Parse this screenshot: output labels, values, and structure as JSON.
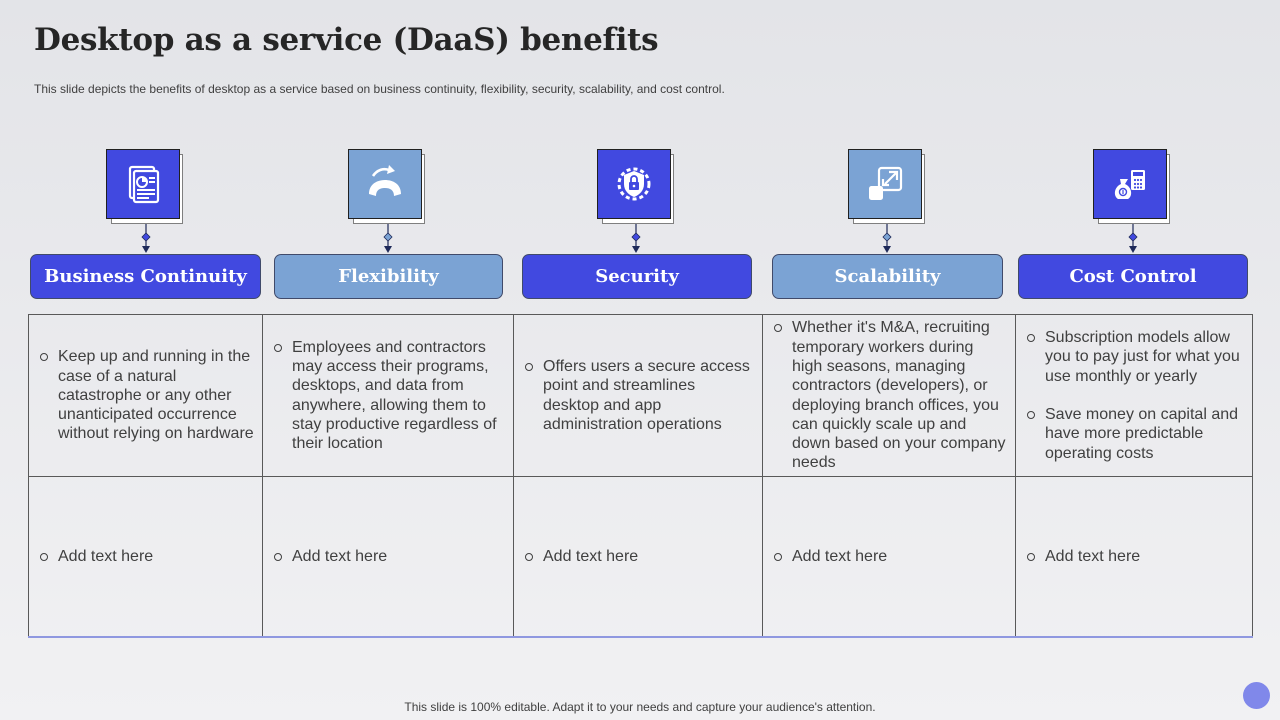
{
  "title": "Desktop as a service (DaaS) benefits",
  "subtitle": "This slide depicts the benefits of desktop as a service based on business continuity, flexibility, security, scalability, and cost control.",
  "columns": [
    {
      "heading": "Business Continuity",
      "icon": "document-report-icon",
      "style": "dark",
      "points": [
        "Keep up and running in the case of a natural catastrophe or any other unanticipated occurrence without relying on hardware"
      ],
      "extra": "Add text here"
    },
    {
      "heading": "Flexibility",
      "icon": "reconnect-arrows-icon",
      "style": "light",
      "points": [
        "Employees and contractors may access their programs, desktops, and data from anywhere, allowing them to stay productive regardless of their location"
      ],
      "extra": "Add text here"
    },
    {
      "heading": "Security",
      "icon": "shield-lock-gear-icon",
      "style": "dark",
      "points": [
        "Offers users a secure access point and streamlines desktop and app administration operations"
      ],
      "extra": "Add text here"
    },
    {
      "heading": "Scalability",
      "icon": "scale-up-arrow-icon",
      "style": "light",
      "points": [
        "Whether it's M&A, recruiting temporary workers during high seasons, managing contractors (developers), or deploying branch offices, you can quickly scale up and down based on your company needs"
      ],
      "extra": "Add text here"
    },
    {
      "heading": "Cost Control",
      "icon": "money-bag-calculator-icon",
      "style": "dark",
      "points": [
        "Subscription models allow you to pay just for what you use monthly  or yearly",
        "Save money on capital and have more predictable operating costs"
      ],
      "extra": "Add text here"
    }
  ],
  "footer": "This slide is 100% editable. Adapt it to your needs and capture your audience's attention.",
  "colors": {
    "accent_dark": "#4149e0",
    "accent_light": "#7ba3d4",
    "corner_dot": "#8088ea"
  }
}
